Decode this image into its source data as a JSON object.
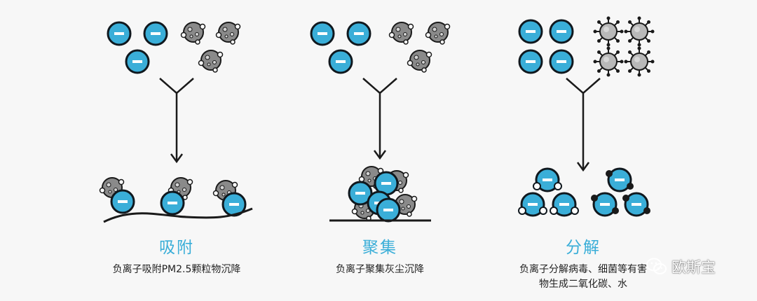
{
  "colors": {
    "ion_fill": "#3aaed8",
    "ion_stroke": "#10181e",
    "dust_fill": "#8a8a8a",
    "virus_fill": "#b9b9b9",
    "title_color": "#3aaed8",
    "text_color": "#222222"
  },
  "panels": [
    {
      "title": "吸附",
      "desc_lines": [
        "负离子吸附PM2.5颗粒物沉降"
      ]
    },
    {
      "title": "聚集",
      "desc_lines": [
        "负离子聚集灰尘沉降"
      ]
    },
    {
      "title": "分解",
      "desc_lines": [
        "负离子分解病毒、细菌等有害",
        "物生成二氧化碳、水"
      ]
    }
  ],
  "watermark": {
    "text": "欧斯宝",
    "icon": "wechat-icon"
  }
}
